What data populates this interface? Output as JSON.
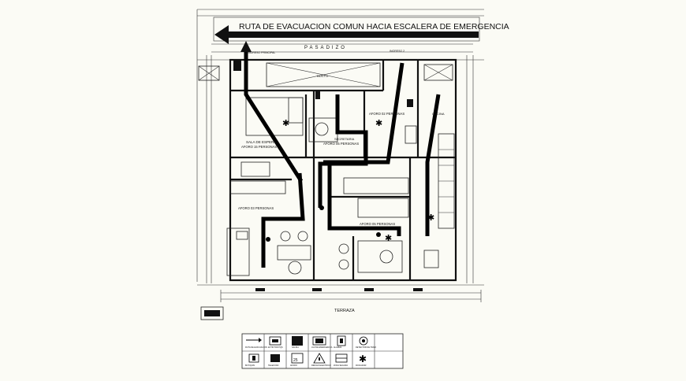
{
  "banner": "RUTA DE EVACUACION COMUN HACIA ESCALERA DE EMERGENCIA",
  "corridor_label": "PASADIZO",
  "terrace_label": "TERRAZA",
  "rooms": {
    "sala_de_espera": "SALA DE ESPERA",
    "sala_aforo": "AFORO 15 PERSONAS",
    "secretaria": "SECRETARIA",
    "secretaria_aforo": "AFORO 05 PERSONAS",
    "oficina_aforo": "AFORO 03 PERSONAS",
    "despacho_aforo": "AFORO 05 PERSONAS",
    "gerencia_aforo": "AFORO 02 PERSONAS",
    "cocina": "COCINA",
    "ingreso": "INGRESO PRINCIPAL",
    "ducto": "DUCTO",
    "ingreso_2": "INGRESO 2"
  },
  "legend": {
    "items": [
      {
        "icon": "arrow-icon",
        "label": "RUTA DE EVACUACION"
      },
      {
        "icon": "fire-extinguisher-icon",
        "label": "EXTINTOR PQS"
      },
      {
        "icon": "exit-door-icon",
        "label": "SALIDA"
      },
      {
        "icon": "emergency-light-icon",
        "label": "LUZ DE EMERGENCIA"
      },
      {
        "icon": "alarm-icon",
        "label": "ALARMA"
      },
      {
        "icon": "smoke-detector-icon",
        "label": "DETECTOR DE HUMO"
      },
      {
        "icon": "first-aid-icon",
        "label": "BOTIQUIN"
      },
      {
        "icon": "phone-icon",
        "label": "TELEFONO"
      },
      {
        "icon": "capacity-icon",
        "label": "AFORO"
      },
      {
        "icon": "warning-icon",
        "label": "RIESGO ELECTRICO"
      },
      {
        "icon": "safe-zone-icon",
        "label": "ZONA SEGURA"
      },
      {
        "icon": "sprinkler-icon",
        "label": "ROCIADOR"
      }
    ],
    "capacity_sample": "25"
  }
}
